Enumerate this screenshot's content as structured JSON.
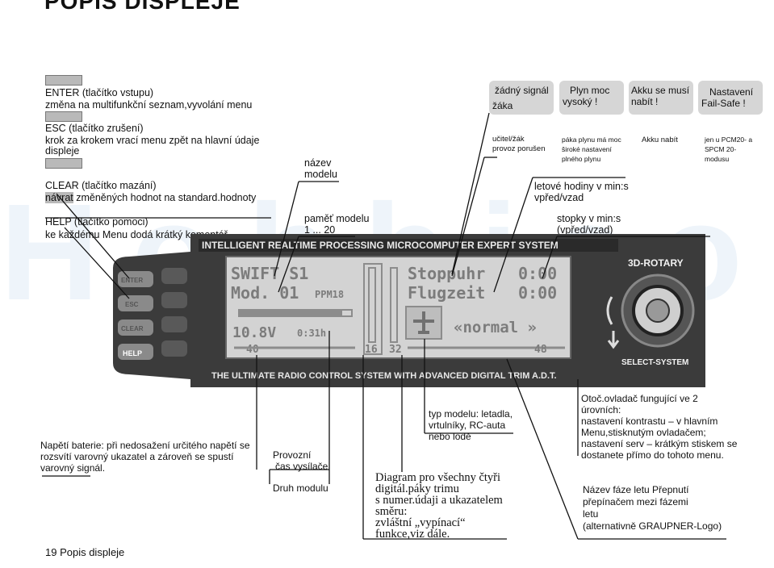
{
  "page_title": "POPIS DISPLEJE",
  "watermark": "Hobbico",
  "keys": {
    "enter": {
      "name": "ENTER  (tlačítko vstupu)",
      "desc": "změna na multifunkční seznam,vyvolání menu"
    },
    "esc": {
      "name": "ESC  (tlačítko zrušení)",
      "desc1": "krok za krokem vrací menu zpět na hlavní údaje",
      "desc2": "displeje"
    },
    "clear": {
      "name": "CLEAR  (tlačítko mazání)",
      "desc_hl": "návrat",
      "desc": " změněných hodnot na standard.hodnoty"
    },
    "help": {
      "name": "HELP  (tlačítko pomoci)",
      "desc": "ke každému Menu dodá krátký komentář"
    }
  },
  "top_labels": {
    "model_name": [
      "název",
      "modelu"
    ],
    "model_memory": [
      "paměť modelu",
      "1 ... 20"
    ],
    "no_signal": "žádný signál",
    "stick": "žáka",
    "throttle_high": [
      "Plyn moc",
      "vysoký !"
    ],
    "charge": [
      "Akku se musí",
      "nabít !"
    ],
    "failsafe": [
      "Nastavení",
      "Fail-Safe !"
    ],
    "teacher": [
      "učitel/žák",
      "provoz porušen"
    ],
    "throttle_note": [
      "páka  plynu  má  moc",
      "široké        nastavení",
      "plného plynu"
    ],
    "akku_charge": "Akku nabít",
    "pcm_note": [
      "jen u PCM20- a",
      "SPCM          20-",
      "modusu"
    ],
    "flight_timer": [
      "letové hodiny v min:s",
      "vpřed/vzad"
    ],
    "stopwatch": [
      "stopky v min:s",
      "(vpřed/vzad)"
    ]
  },
  "device": {
    "header": "INTELLIGENT REALTIME PROCESSING MICROCOMPUTER EXPERT SYSTEM",
    "footer": "THE ULTIMATE RADIO CONTROL SYSTEM WITH ADVANCED DIGITAL TRIM A.D.T.",
    "rotary_label": "3D-ROTARY",
    "select_label": "SELECT-SYSTEM",
    "buttons": [
      "ENTER",
      "ESC",
      "CLEAR",
      "HELP"
    ],
    "lcd": {
      "model": "SWIFT S1",
      "mod": "Mod. 01",
      "modulation": "PPM18",
      "voltage": "10.8V",
      "time": "0:31h",
      "trim_left": "40",
      "trim_mid": "16",
      "trim_right_a": "32",
      "trim_right_b": "48",
      "stopwatch_label": "Stoppuhr",
      "stopwatch_value": "0:00",
      "flight_label": "Flugzeit",
      "flight_value": "0:00",
      "phase": "«normal »"
    }
  },
  "bottom_labels": {
    "battery": [
      "Napětí baterie: při nedosažení určitého napětí se",
      "rozsvítí varovný ukazatel a zároveň se spustí",
      "varovný signál."
    ],
    "operating": [
      "Provozní",
      "čas vysílače"
    ],
    "modulation": "Druh modulu",
    "model_type": [
      "typ modelu: letadla,",
      "vrtulníky, RC-auta",
      "nebo lodě"
    ],
    "diagram": [
      "Diagram pro všechny čtyři",
      "digitál.páky trimu",
      "s numer.údaji a ukazatelem",
      "směru:",
      "zvláštní „vypínací“",
      "funkce,viz dále."
    ],
    "rotary": [
      "Otoč.ovladač fungující ve 2",
      "úrovních:",
      "nastavení kontrastu – v hlavním",
      "Menu,stisknutým ovladačem;",
      "nastavení serv  – krátkým stiskem se",
      "dostanete přímo do tohoto menu."
    ],
    "phase": [
      "Název fáze letu Přepnutí",
      "přepínačem mezi fázemi",
      "letu",
      "(alternativně GRAUPNER-Logo)"
    ]
  },
  "footer": "19 Popis displeje"
}
